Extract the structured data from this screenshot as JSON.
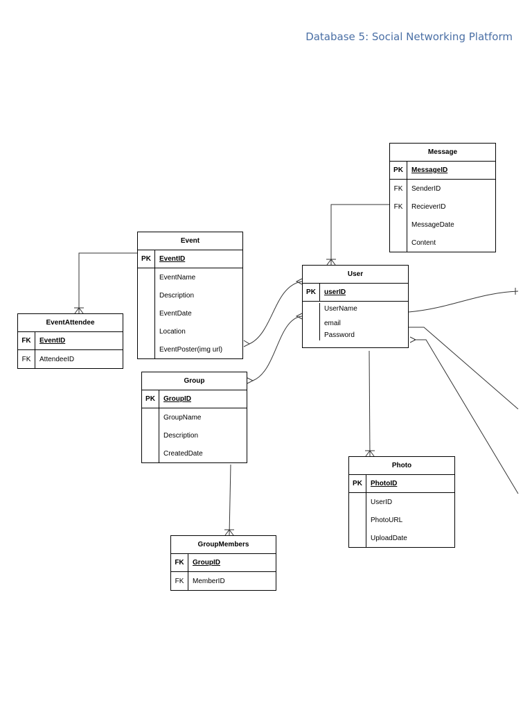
{
  "doc": {
    "title": "Database 5: Social Networking Platform"
  },
  "entities": {
    "message": {
      "title": "Message",
      "pk_key": "PK",
      "pk_field": "MessageID",
      "attrs": [
        {
          "key": "FK",
          "name": "SenderID"
        },
        {
          "key": "FK",
          "name": "RecieverID"
        },
        {
          "key": "",
          "name": "MessageDate"
        },
        {
          "key": "",
          "name": "Content"
        }
      ]
    },
    "event": {
      "title": "Event",
      "pk_key": "PK",
      "pk_field": "EventID",
      "attrs": [
        {
          "key": "",
          "name": "EventName"
        },
        {
          "key": "",
          "name": "Description"
        },
        {
          "key": "",
          "name": "EventDate"
        },
        {
          "key": "",
          "name": "Location"
        },
        {
          "key": "",
          "name": "EventPoster(img url)"
        }
      ]
    },
    "user": {
      "title": "User",
      "pk_key": "PK",
      "pk_field": "userID",
      "attrs": [
        {
          "key": "",
          "name": "UserName"
        },
        {
          "key": "",
          "name": "email"
        },
        {
          "key": "",
          "name": "Password"
        }
      ]
    },
    "event_attendee": {
      "title": "EventAttendee",
      "pk_key": "FK",
      "pk_field": "EventID",
      "attrs": [
        {
          "key": "FK",
          "name": "AttendeeID"
        }
      ]
    },
    "group": {
      "title": "Group",
      "pk_key": "PK",
      "pk_field": "GroupID",
      "attrs": [
        {
          "key": "",
          "name": "GroupName"
        },
        {
          "key": "",
          "name": "Description"
        },
        {
          "key": "",
          "name": "CreatedDate"
        }
      ]
    },
    "photo": {
      "title": "Photo",
      "pk_key": "PK",
      "pk_field": "PhotoID",
      "attrs": [
        {
          "key": "",
          "name": "UserID"
        },
        {
          "key": "",
          "name": "PhotoURL"
        },
        {
          "key": "",
          "name": "UploadDate"
        }
      ]
    },
    "group_members": {
      "title": "GroupMembers",
      "pk_key": "FK",
      "pk_field": "GroupID",
      "attrs": [
        {
          "key": "FK",
          "name": "MemberID"
        }
      ]
    }
  }
}
